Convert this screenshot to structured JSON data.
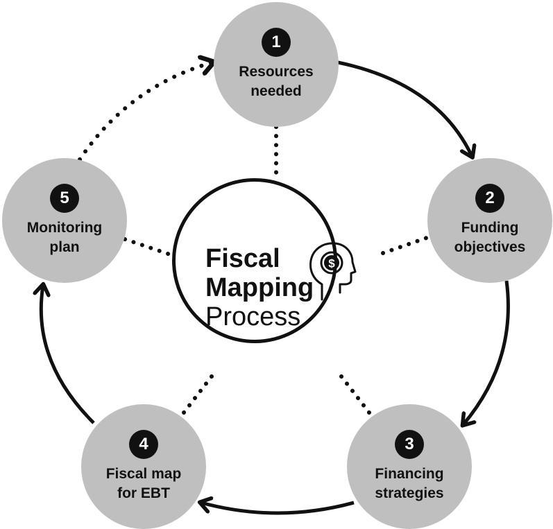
{
  "center": {
    "title_line1": "Fiscal",
    "title_line2": "Mapping",
    "title_line3": "Process",
    "icon": "head-dollar-icon"
  },
  "steps": [
    {
      "number": "1",
      "label": "Resources\nneeded"
    },
    {
      "number": "2",
      "label": "Funding\nobjectives"
    },
    {
      "number": "3",
      "label": "Financing\nstrategies"
    },
    {
      "number": "4",
      "label": "Fiscal map\nfor EBT"
    },
    {
      "number": "5",
      "label": "Monitoring\nplan"
    }
  ],
  "colors": {
    "node_fill": "#bfbfbf",
    "ink": "#111111",
    "background": "#ffffff"
  }
}
